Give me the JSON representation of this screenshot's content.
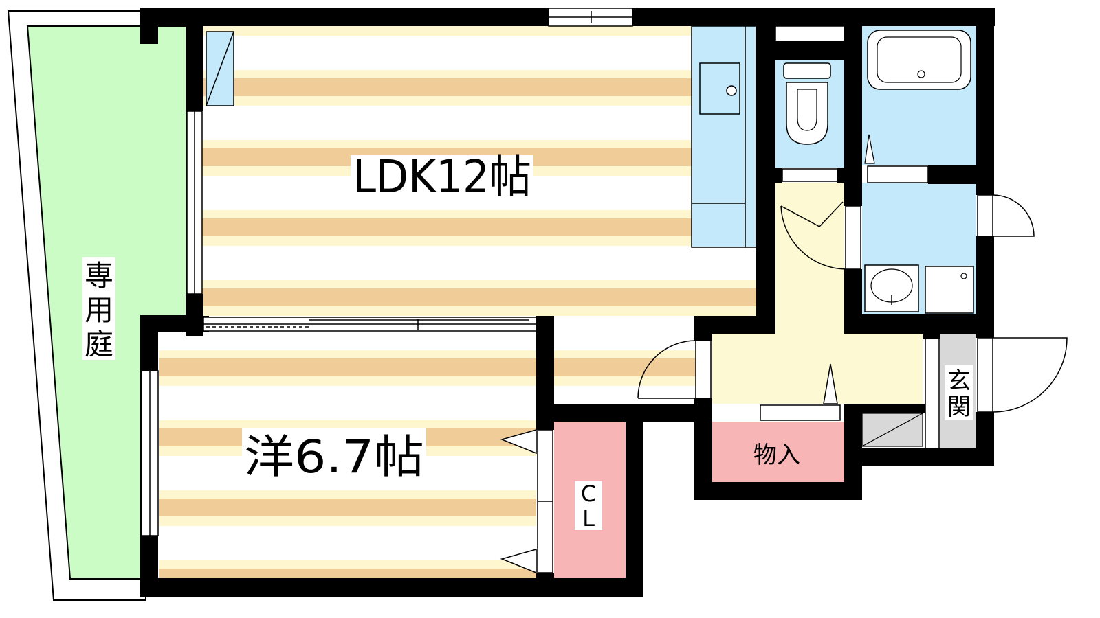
{
  "rooms": {
    "ldk": "LDK12帖",
    "western": "洋6.7帖",
    "garden": [
      "専",
      "用",
      "庭"
    ],
    "closet": [
      "C",
      "L"
    ],
    "storage": "物入",
    "entrance": [
      "玄",
      "関"
    ]
  },
  "colors": {
    "wall": "#000000",
    "floor_stripe": "#f0cc98",
    "floor_light": "#fdf6cf",
    "garden": "#ccfcc5",
    "water": "#c3e9fa",
    "storage": "#f8b5b5",
    "hall": "#fdf9d3",
    "entrance": "#d8d8d8"
  }
}
